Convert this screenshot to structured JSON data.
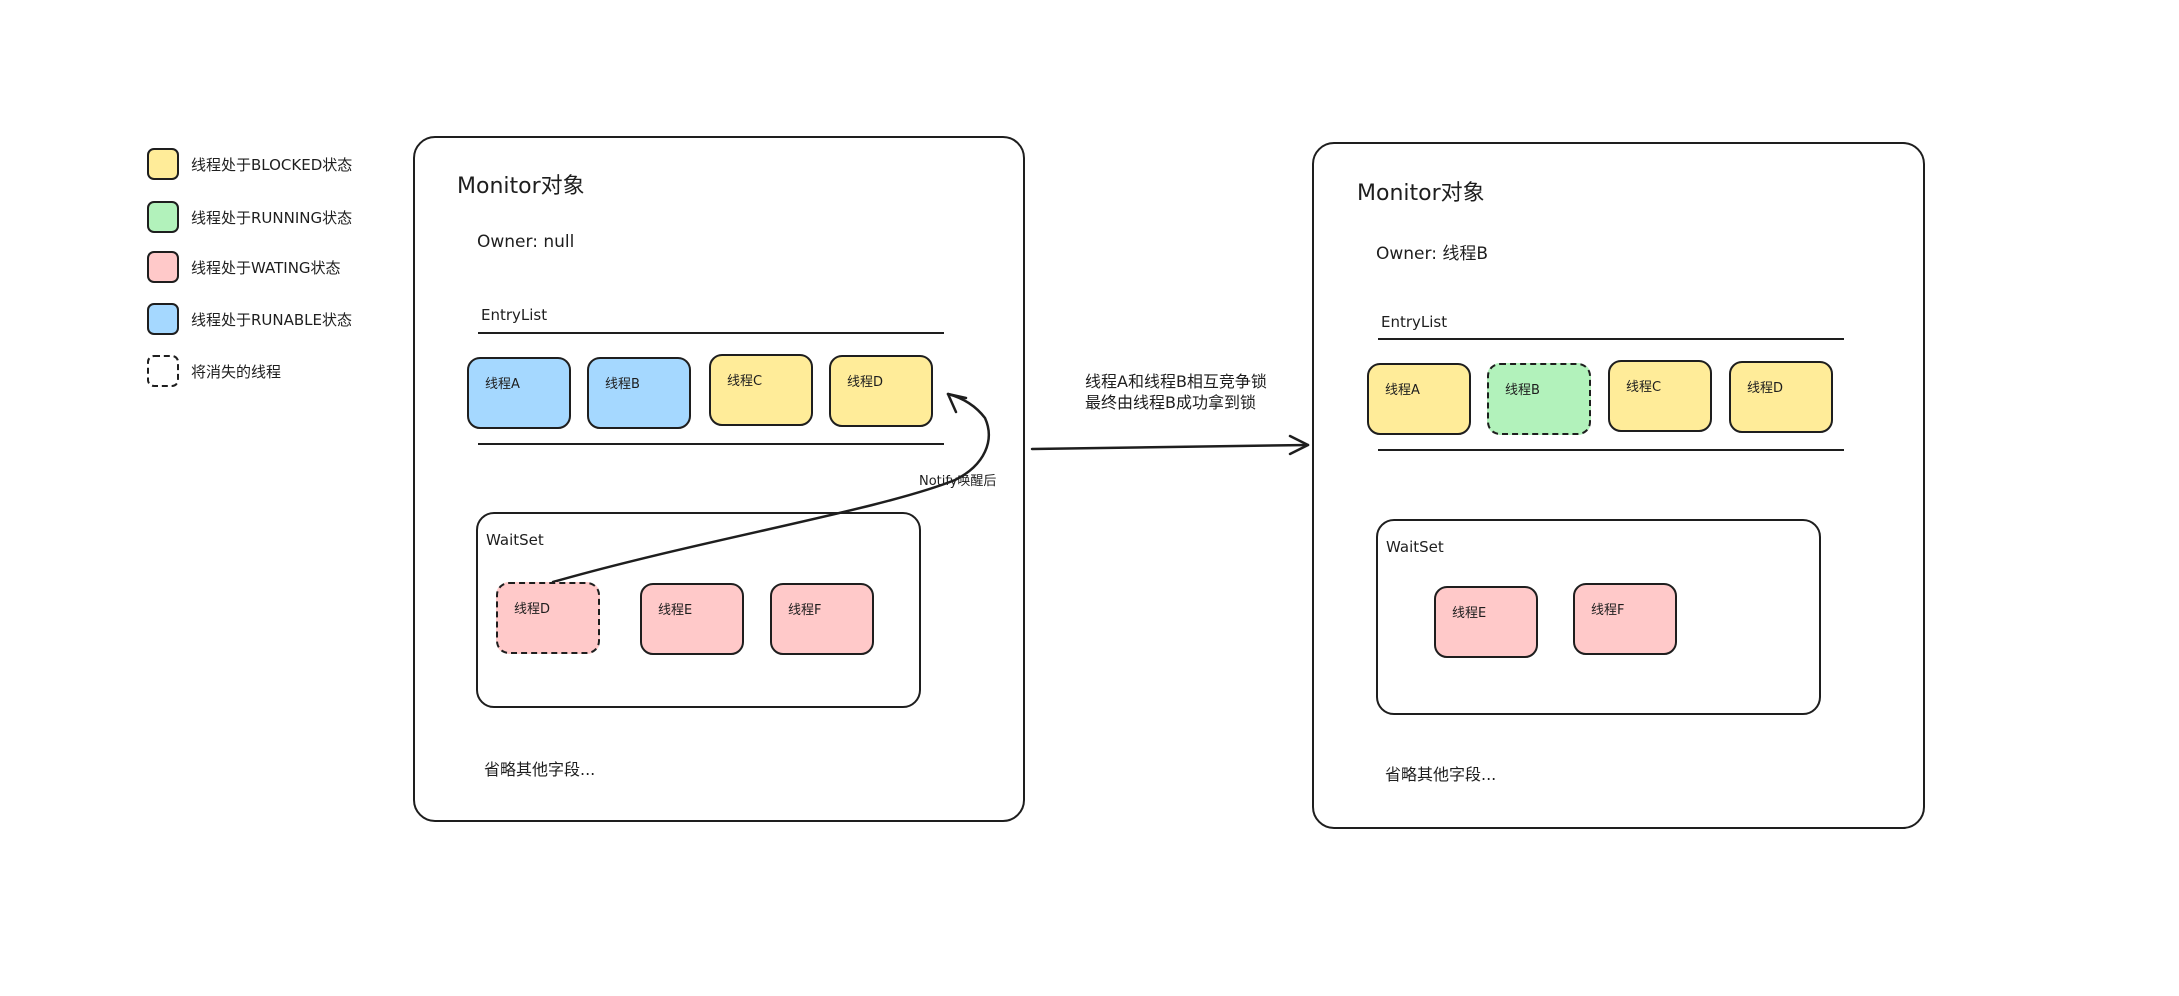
{
  "colors": {
    "blocked": "#ffec99",
    "running": "#b2f2bb",
    "waiting": "#ffc9c9",
    "runable": "#a5d8ff",
    "vanishing": "#ffffff",
    "stroke": "#1e1e1e"
  },
  "legend": [
    {
      "key": "blocked",
      "label": "线程处于BLOCKED状态"
    },
    {
      "key": "running",
      "label": "线程处于RUNNING状态"
    },
    {
      "key": "waiting",
      "label": "线程处于WATING状态"
    },
    {
      "key": "runable",
      "label": "线程处于RUNABLE状态"
    },
    {
      "key": "vanishing",
      "label": "将消失的线程"
    }
  ],
  "left_monitor": {
    "title": "Monitor对象",
    "owner": "Owner: null",
    "entrylist_label": "EntryList",
    "entrylist": [
      {
        "label": "线程A",
        "state": "runable"
      },
      {
        "label": "线程B",
        "state": "runable"
      },
      {
        "label": "线程C",
        "state": "blocked"
      },
      {
        "label": "线程D",
        "state": "blocked"
      }
    ],
    "waitset_label": "WaitSet",
    "waitset": [
      {
        "label": "线程D",
        "state": "waiting",
        "vanishing": true
      },
      {
        "label": "线程E",
        "state": "waiting"
      },
      {
        "label": "线程F",
        "state": "waiting"
      }
    ],
    "notify_label": "Notify唤醒后",
    "omitted": "省略其他字段..."
  },
  "transition": {
    "line1": "线程A和线程B相互竞争锁",
    "line2": "最终由线程B成功拿到锁"
  },
  "right_monitor": {
    "title": "Monitor对象",
    "owner": "Owner: 线程B",
    "entrylist_label": "EntryList",
    "entrylist": [
      {
        "label": "线程A",
        "state": "blocked"
      },
      {
        "label": "线程B",
        "state": "running",
        "vanishing": true
      },
      {
        "label": "线程C",
        "state": "blocked"
      },
      {
        "label": "线程D",
        "state": "blocked"
      }
    ],
    "waitset_label": "WaitSet",
    "waitset": [
      {
        "label": "线程E",
        "state": "waiting"
      },
      {
        "label": "线程F",
        "state": "waiting"
      }
    ],
    "omitted": "省略其他字段..."
  }
}
